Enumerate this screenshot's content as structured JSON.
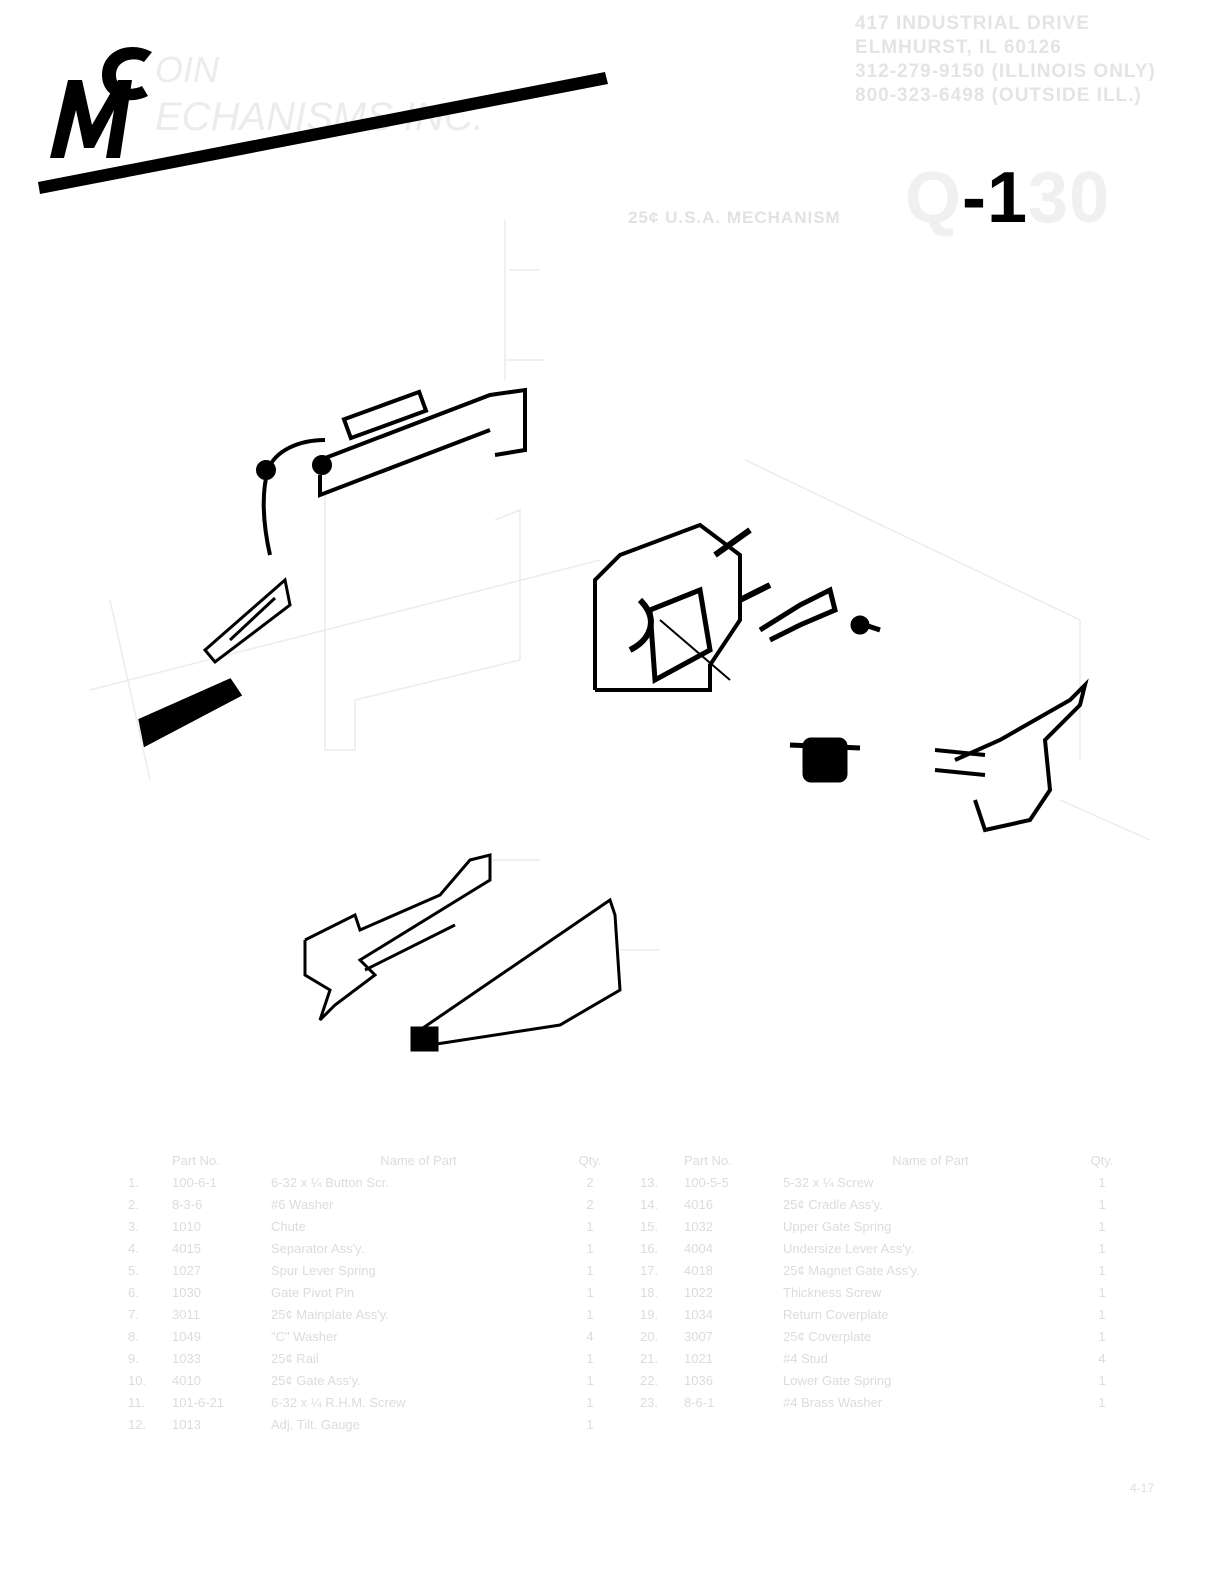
{
  "logo": {
    "text": "MC COIN MECHANISMS INC."
  },
  "address": {
    "lines": [
      "417 INDUSTRIAL DRIVE",
      "ELMHURST, IL 60126",
      "312-279-9150 (ILLINOIS ONLY)",
      "800-323-6498 (OUTSIDE ILL.)"
    ]
  },
  "subtitle": "25¢ U.S.A. MECHANISM",
  "model": {
    "prefix": "Q",
    "dash_one": "-1",
    "suffix": "30"
  },
  "parts_headers": {
    "part_no": "Part No.",
    "name": "Name of Part",
    "qty": "Qty."
  },
  "parts_left": [
    {
      "n": "1.",
      "part": "100-6-1",
      "name": "6-32 x ¼ Button Scr.",
      "qty": "2"
    },
    {
      "n": "2.",
      "part": "8-3-6",
      "name": "#6 Washer",
      "qty": "2"
    },
    {
      "n": "3.",
      "part": "1010",
      "name": "Chute",
      "qty": "1"
    },
    {
      "n": "4.",
      "part": "4015",
      "name": "Separator Ass'y.",
      "qty": "1"
    },
    {
      "n": "5.",
      "part": "1027",
      "name": "Spur Lever Spring",
      "qty": "1"
    },
    {
      "n": "6.",
      "part": "1030",
      "name": "Gate Pivot Pin",
      "qty": "1"
    },
    {
      "n": "7.",
      "part": "3011",
      "name": "25¢ Mainplate Ass'y.",
      "qty": "1"
    },
    {
      "n": "8.",
      "part": "1049",
      "name": "\"C\" Washer",
      "qty": "4"
    },
    {
      "n": "9.",
      "part": "1033",
      "name": "25¢ Rail",
      "qty": "1"
    },
    {
      "n": "10.",
      "part": "4010",
      "name": "25¢ Gate Ass'y.",
      "qty": "1"
    },
    {
      "n": "11.",
      "part": "101-6-21",
      "name": "6-32 x ¼ R.H.M. Screw",
      "qty": "1"
    },
    {
      "n": "12.",
      "part": "1013",
      "name": "Adj. Tilt. Gauge",
      "qty": "1"
    }
  ],
  "parts_right": [
    {
      "n": "13.",
      "part": "100-5-5",
      "name": "5-32 x ¼ Screw",
      "qty": "1"
    },
    {
      "n": "14.",
      "part": "4016",
      "name": "25¢ Cradle Ass'y.",
      "qty": "1"
    },
    {
      "n": "15.",
      "part": "1032",
      "name": "Upper Gate Spring",
      "qty": "1"
    },
    {
      "n": "16.",
      "part": "4004",
      "name": "Undersize Lever Ass'y.",
      "qty": "1"
    },
    {
      "n": "17.",
      "part": "4018",
      "name": "25¢ Magnet Gate Ass'y.",
      "qty": "1"
    },
    {
      "n": "18.",
      "part": "1022",
      "name": "Thickness Screw",
      "qty": "1"
    },
    {
      "n": "19.",
      "part": "1034",
      "name": "Return Coverplate",
      "qty": "1"
    },
    {
      "n": "20.",
      "part": "3007",
      "name": "25¢ Coverplate",
      "qty": "1"
    },
    {
      "n": "21.",
      "part": "1021",
      "name": "#4 Stud",
      "qty": "4"
    },
    {
      "n": "22.",
      "part": "1036",
      "name": "Lower Gate Spring",
      "qty": "1"
    },
    {
      "n": "23.",
      "part": "8-6-1",
      "name": "#4 Brass Washer",
      "qty": "1"
    }
  ],
  "page_number": "4-17"
}
